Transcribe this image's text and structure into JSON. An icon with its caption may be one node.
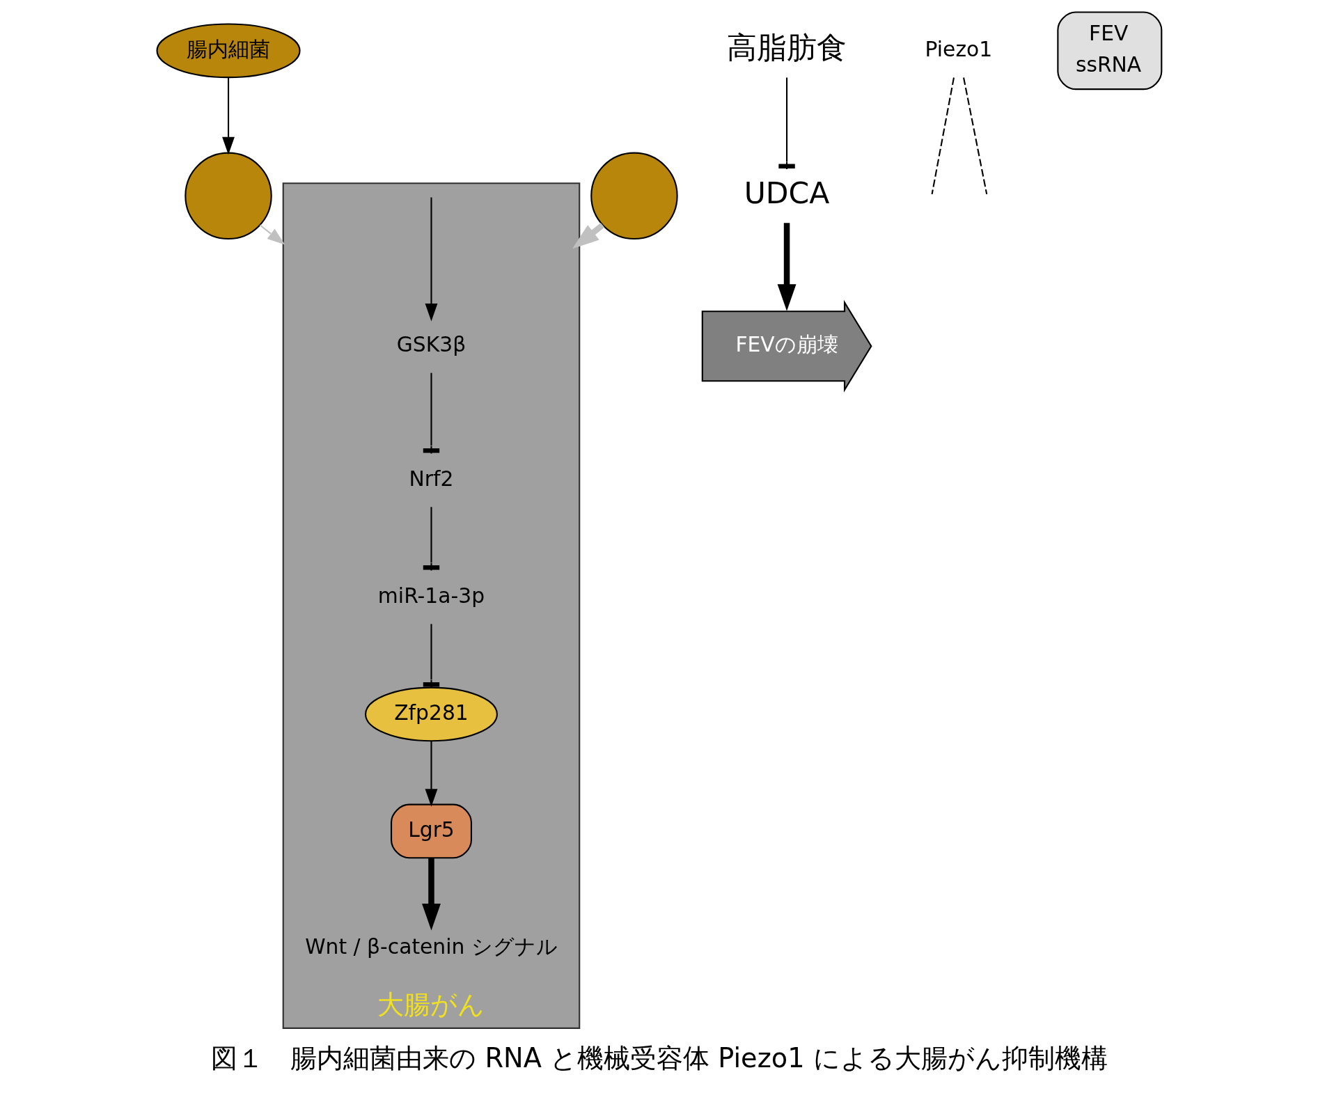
{
  "diagram": {
    "caption": "図１　腸内細菌由来の RNA と機械受容体 Piezo1 による大腸がん抑制機構",
    "nodes": [
      {
        "text": [
          "腸内細菌"
        ]
      },
      {
        "text": [],
        "shape": "circle"
      },
      {
        "text": [
          "高脂肪食"
        ]
      },
      {
        "text": [
          "UDCA"
        ]
      },
      {
        "text": [
          "FEVの崩壊"
        ]
      },
      {
        "text": [],
        "shape": "circle"
      },
      {
        "text": [
          "大腸がん"
        ]
      },
      {
        "text": [
          "GSK3β"
        ],
        "in": 6
      },
      {
        "text": [
          "Nrf2"
        ],
        "in": 6
      },
      {
        "text": [
          "miR-1a-3p"
        ],
        "in": 6
      },
      {
        "text": [
          "Zfp281"
        ],
        "in": 6
      },
      {
        "text": [
          "Lgr5"
        ],
        "in": 6
      },
      {
        "text": [
          "Wnt / β-catenin シグナル"
        ],
        "in": 6
      },
      {
        "text": [
          "Piezo1"
        ]
      }
    ],
    "edges": [
      {
        "from": 0,
        "to": 1,
        "arrow": "to"
      },
      {
        "from": 2,
        "to": 3,
        "arrow": "other"
      },
      {
        "from": 3,
        "to": 4,
        "arrow": "to",
        "style": "thick"
      },
      {
        "from": 1,
        "to": 6,
        "arrow": "to",
        "color": "#c0c0c0"
      },
      {
        "from": 5,
        "to": 6,
        "arrow": "to",
        "style": "thick",
        "color": "#c0c0c0"
      },
      {
        "from": null,
        "to": 7,
        "arrow": "to"
      },
      {
        "from": 7,
        "to": 8,
        "arrow": "other"
      },
      {
        "from": 8,
        "to": 9,
        "arrow": "other"
      },
      {
        "from": 9,
        "to": 10,
        "arrow": "other"
      },
      {
        "from": 10,
        "to": 11,
        "arrow": "to"
      },
      {
        "from": 11,
        "to": 12,
        "arrow": "to",
        "style": "thick"
      },
      {
        "from": 13,
        "to": null,
        "arrow": "none",
        "style": "dashed"
      },
      {
        "from": 13,
        "to": null,
        "arrow": "none",
        "style": "dashed"
      }
    ],
    "legend": [
      {
        "text": "FEV"
      },
      {
        "text": "ssRNA"
      }
    ]
  }
}
